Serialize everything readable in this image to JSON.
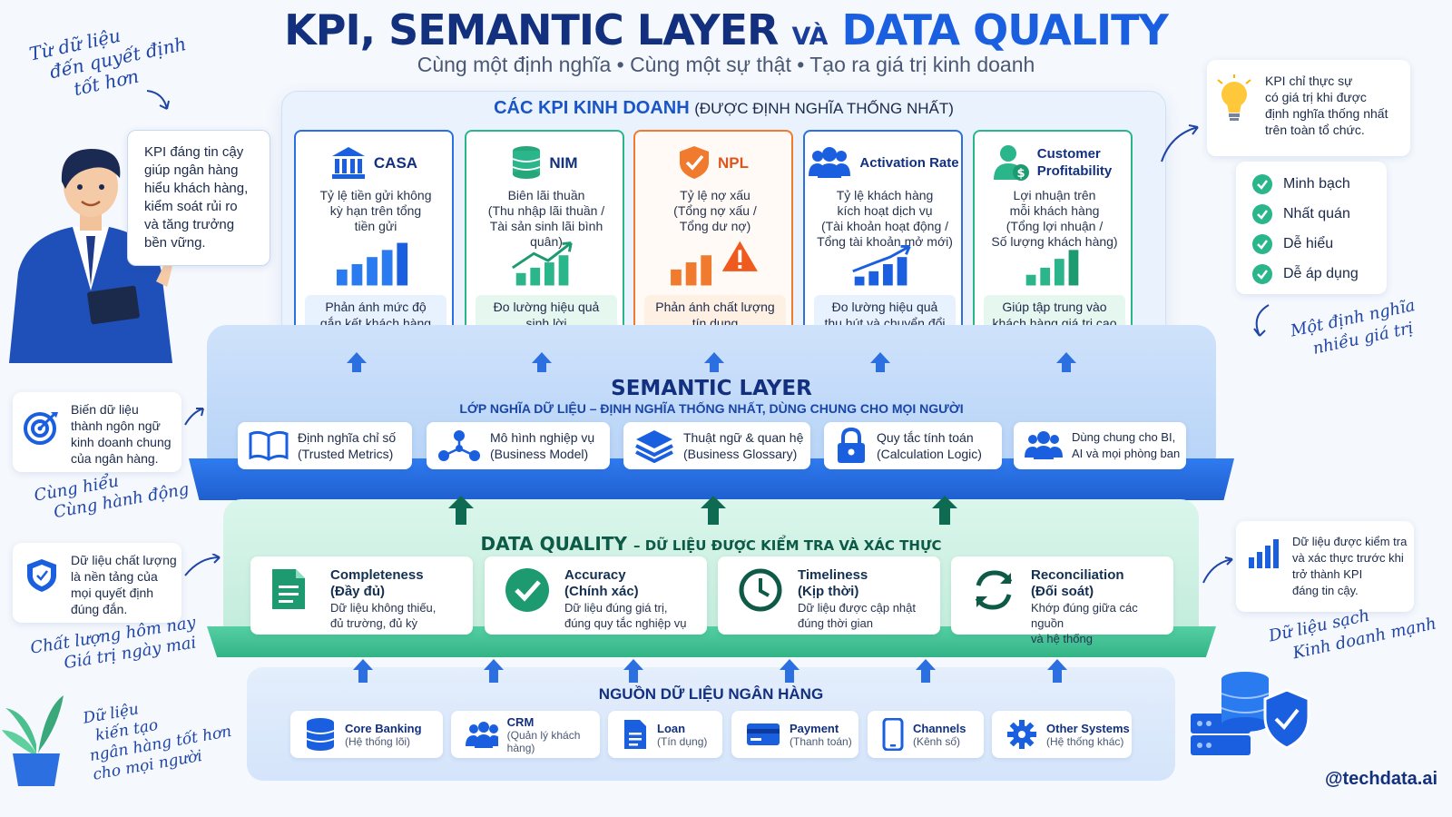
{
  "header": {
    "title_part1": "KPI, SEMANTIC LAYER",
    "title_and": "VÀ",
    "title_part2": "DATA QUALITY",
    "subtitle": "Cùng một định nghĩa • Cùng một sự thật • Tạo ra giá trị kinh doanh"
  },
  "handwritten": {
    "top_left": [
      "Từ dữ liệu",
      "đến quyết định",
      "tốt hơn"
    ],
    "mid_left": [
      "Cùng hiểu",
      "Cùng hành động"
    ],
    "lower_left": [
      "Chất lượng hôm nay",
      "Giá trị ngày mai"
    ],
    "bottom_left": [
      "Dữ liệu",
      "kiến tạo",
      "ngân hàng tốt hơn",
      "cho mọi người"
    ],
    "right_mid": [
      "Một định nghĩa",
      "nhiều giá trị"
    ],
    "right_low": [
      "Dữ liệu sạch",
      "Kinh doanh mạnh"
    ]
  },
  "speech": [
    "KPI đáng tin cậy",
    "giúp ngân hàng",
    "hiểu khách hàng,",
    "kiểm soát rủi ro",
    "và tăng trưởng",
    "bền vững."
  ],
  "left_notes": {
    "semantic": [
      "Biến dữ liệu",
      "thành ngôn ngữ",
      "kinh doanh chung",
      "của ngân hàng."
    ],
    "quality": [
      "Dữ liệu chất lượng",
      "là nền tảng của",
      "mọi quyết định",
      "đúng đắn."
    ]
  },
  "right_notes": {
    "kpi": [
      "KPI chỉ thực sự",
      "có giá trị khi được",
      "định nghĩa thống nhất",
      "trên toàn tổ chức."
    ],
    "checks": [
      "Minh bạch",
      "Nhất quán",
      "Dễ hiểu",
      "Dễ áp dụng"
    ],
    "dq": [
      "Dữ liệu được kiểm tra",
      "và xác thực trước khi",
      "trở thành KPI",
      "đáng tin cậy."
    ]
  },
  "kpi_section": {
    "title": "CÁC KPI KINH DOANH",
    "title_suffix": "(ĐƯỢC ĐỊNH NGHĨA THỐNG NHẤT)",
    "cards": [
      {
        "name": "CASA",
        "icon": "bank-icon",
        "desc": [
          "Tỷ lệ tiền gửi không",
          "kỳ hạn trên tổng",
          "tiền gửi"
        ],
        "foot": [
          "Phản ánh mức độ",
          "gắn kết khách hàng"
        ]
      },
      {
        "name": "NIM",
        "icon": "coins-icon",
        "desc": [
          "Biên lãi thuần",
          "(Thu nhập lãi thuần /",
          "Tài sản sinh lãi bình quân)"
        ],
        "foot": [
          "Đo lường hiệu quả",
          "sinh lời"
        ]
      },
      {
        "name": "NPL",
        "icon": "shield-check-icon",
        "desc": [
          "Tỷ lệ nợ xấu",
          "(Tổng nợ xấu /",
          "Tổng dư nợ)"
        ],
        "foot": [
          "Phản ánh chất lượng",
          "tín dụng"
        ]
      },
      {
        "name": "Activation Rate",
        "icon": "users-icon",
        "desc": [
          "Tỷ lệ khách hàng",
          "kích hoạt dịch vụ",
          "(Tài khoản hoạt động /",
          "Tổng tài khoản mở mới)"
        ],
        "foot": [
          "Đo lường hiệu quả",
          "thu hút và chuyển đổi"
        ]
      },
      {
        "name": "Customer",
        "name2": "Profitability",
        "icon": "user-dollar-icon",
        "desc": [
          "Lợi nhuận trên",
          "mỗi khách hàng",
          "(Tổng lợi nhuận /",
          "Số lượng khách hàng)"
        ],
        "foot": [
          "Giúp tập trung vào",
          "khách hàng giá trị cao"
        ]
      }
    ]
  },
  "semantic_layer": {
    "title": "SEMANTIC LAYER",
    "subtitle": "LỚP NGHĨA DỮ LIỆU – ĐỊNH NGHĨA THỐNG NHẤT, DÙNG CHUNG CHO MỌI NGƯỜI",
    "items": [
      {
        "l1": "Định nghĩa chỉ số",
        "l2": "(Trusted Metrics)",
        "icon": "book-icon"
      },
      {
        "l1": "Mô hình nghiệp vụ",
        "l2": "(Business Model)",
        "icon": "network-icon"
      },
      {
        "l1": "Thuật ngữ & quan hệ",
        "l2": "(Business Glossary)",
        "icon": "layers-icon"
      },
      {
        "l1": "Quy tắc tính toán",
        "l2": "(Calculation Logic)",
        "icon": "lock-icon"
      },
      {
        "l1": "Dùng chung cho BI,",
        "l2": "AI và mọi phòng ban",
        "icon": "team-icon"
      }
    ]
  },
  "data_quality": {
    "title": "DATA QUALITY",
    "title_suffix": "– DỮ LIỆU ĐƯỢC KIỂM TRA VÀ XÁC THỰC",
    "items": [
      {
        "n1": "Completeness",
        "n2": "(Đầy đủ)",
        "d1": "Dữ liệu không thiếu,",
        "d2": "đủ trường, đủ kỳ",
        "icon": "document-icon"
      },
      {
        "n1": "Accuracy",
        "n2": "(Chính xác)",
        "d1": "Dữ liệu đúng giá trị,",
        "d2": "đúng quy tắc nghiệp vụ",
        "icon": "check-circle-icon"
      },
      {
        "n1": "Timeliness",
        "n2": "(Kịp thời)",
        "d1": "Dữ liệu được cập nhật",
        "d2": "đúng thời gian",
        "icon": "clock-icon"
      },
      {
        "n1": "Reconciliation",
        "n2": "(Đối soát)",
        "d1": "Khớp đúng giữa các nguồn",
        "d2": "và hệ thống",
        "icon": "sync-icon"
      }
    ]
  },
  "sources": {
    "title": "NGUỒN DỮ LIỆU NGÂN HÀNG",
    "items": [
      {
        "n": "Core Banking",
        "s": "(Hệ thống lõi)",
        "icon": "database-icon"
      },
      {
        "n": "CRM",
        "s": "(Quản lý khách hàng)",
        "icon": "people-icon"
      },
      {
        "n": "Loan",
        "s": "(Tín dụng)",
        "icon": "file-icon"
      },
      {
        "n": "Payment",
        "s": "(Thanh toán)",
        "icon": "card-icon"
      },
      {
        "n": "Channels",
        "s": "(Kênh số)",
        "icon": "phone-icon"
      },
      {
        "n": "Other Systems",
        "s": "(Hệ thống khác)",
        "icon": "gear-icon"
      }
    ]
  },
  "footer": {
    "handle": "@techdata.ai"
  },
  "colors": {
    "primary": "#1a5fe0",
    "navy": "#13307f",
    "green": "#33b486",
    "orange": "#f07a2d"
  }
}
